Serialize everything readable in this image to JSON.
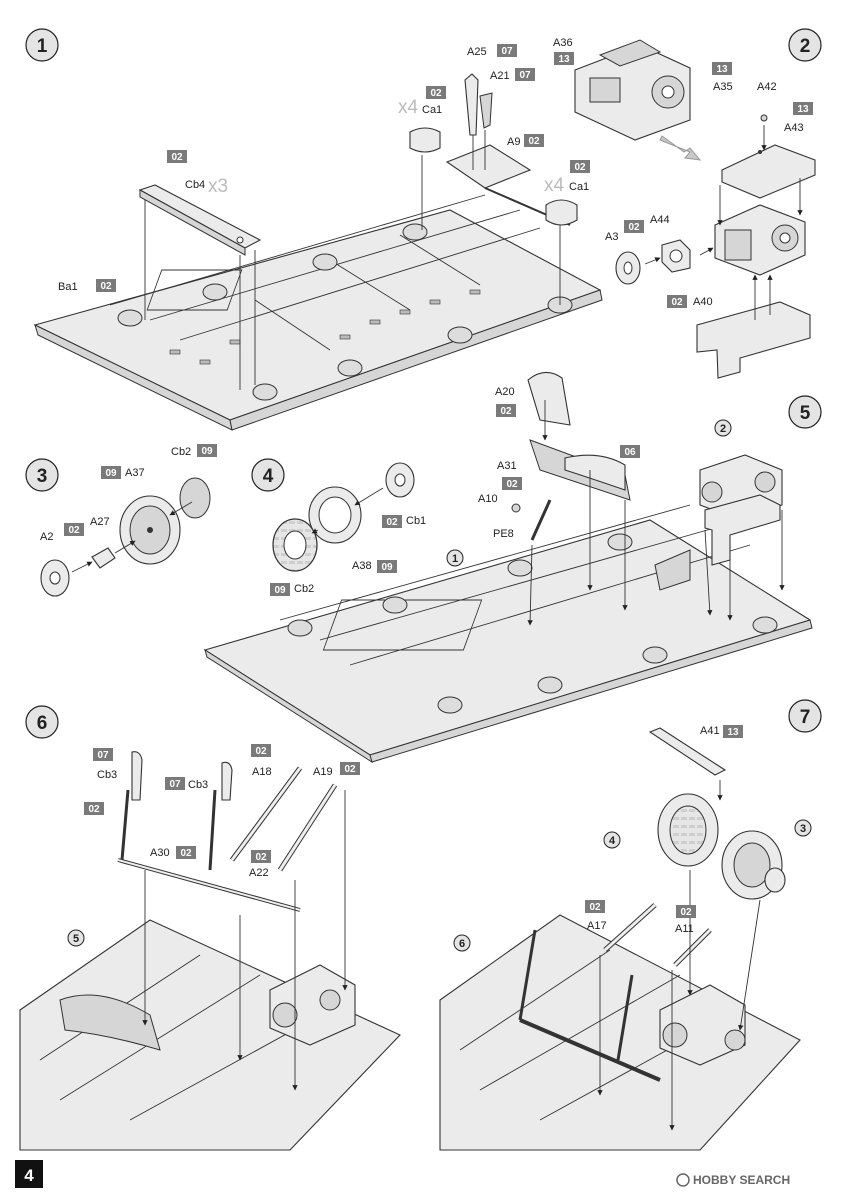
{
  "page": {
    "number": "4"
  },
  "steps": [
    {
      "number": "1"
    },
    {
      "number": "2"
    },
    {
      "number": "3"
    },
    {
      "number": "4"
    },
    {
      "number": "5"
    },
    {
      "number": "6"
    },
    {
      "number": "7"
    }
  ],
  "parts": {
    "ba1": "Ba1",
    "cb4": "Cb4",
    "cb4_qty": "x3",
    "ca1_left": "Ca1",
    "ca1_left_qty": "x4",
    "ca1_right": "Ca1",
    "ca1_right_qty": "x4",
    "a25": "A25",
    "a21": "A21",
    "a9": "A9",
    "a36": "A36",
    "a35": "A35",
    "a42": "A42",
    "a43": "A43",
    "a44": "A44",
    "a3": "A3",
    "a40": "A40",
    "a2": "A2",
    "a27": "A27",
    "a37": "A37",
    "cb2_s3": "Cb2",
    "a38": "A38",
    "cb2_s4": "Cb2",
    "cb1": "Cb1",
    "a20": "A20",
    "a31": "A31",
    "a10": "A10",
    "pe8": "PE8",
    "cb3_left": "Cb3",
    "cb3_right": "Cb3",
    "a18": "A18",
    "a19": "A19",
    "a30": "A30",
    "a22": "A22",
    "a41": "A41",
    "a17": "A17",
    "a11": "A11"
  },
  "tags": {
    "ba1": "02",
    "cb4": "02",
    "ca1_left": "02",
    "a25": "07",
    "a21": "07",
    "a9": "02",
    "ca1_right": "02",
    "a36": "13",
    "a35": "13",
    "a43": "13",
    "a44": "02",
    "a40": "02",
    "a37": "09",
    "cb2_s3": "09",
    "a27": "02",
    "cb1": "02",
    "cb2_s4": "09",
    "a38": "09",
    "a20": "02",
    "a31_paint": "06",
    "a10": "02",
    "cb3_left": "07",
    "cb3_right": "07",
    "a18": "02",
    "a19": "02",
    "arm_left": "02",
    "a30": "02",
    "a22": "02",
    "a41": "13",
    "a17": "02",
    "a11": "02"
  },
  "sub_refs": {
    "s5_from_1": "1",
    "s5_from_2": "2",
    "s6_from_5": "5",
    "s7_from_6": "6",
    "s7_from_4": "4",
    "s7_from_3": "3"
  },
  "watermark": {
    "text": "HOBBY SEARCH"
  },
  "colors": {
    "tag_bg": "#7a7a7a",
    "multiplier": "#bbbbbb",
    "part_fill": "#ebebeb"
  }
}
